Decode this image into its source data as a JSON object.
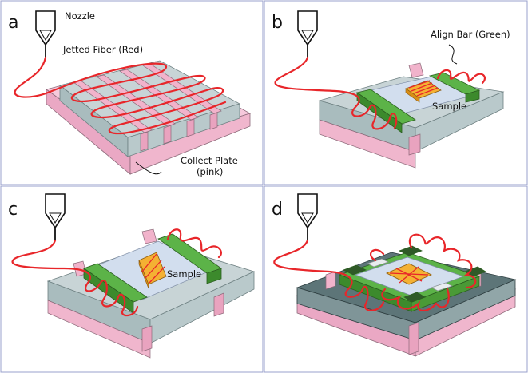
{
  "panels": [
    {
      "id": "a",
      "letter": "a",
      "annotations": {
        "nozzle": "Nozzle",
        "fiber": "Jetted Fiber (Red)",
        "plate_line1": "Collect Plate",
        "plate_line2": "(pink)"
      }
    },
    {
      "id": "b",
      "letter": "b",
      "annotations": {
        "align": "Align Bar (Green)",
        "sample": "Sample"
      }
    },
    {
      "id": "c",
      "letter": "c",
      "annotations": {
        "sample": "Sample"
      }
    },
    {
      "id": "d",
      "letter": "d",
      "annotations": {}
    }
  ],
  "colors": {
    "fiber": "#e8262a",
    "collect_plate": "#f3b8cf",
    "substrate_top": "#c5d2d4",
    "align_bar": "#3f9c2c",
    "sample": "#f0a21c",
    "center_film": "#cfdcee",
    "panel_border": "#9aa0cc"
  }
}
